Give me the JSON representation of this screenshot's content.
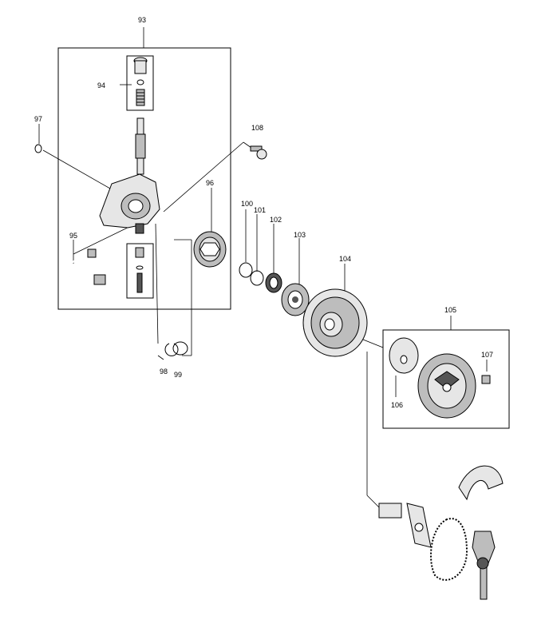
{
  "diagram": {
    "type": "exploded-parts-view",
    "callouts": {
      "p93": "93",
      "p94": "94",
      "p95": "95",
      "p96": "96",
      "p97": "97",
      "p98": "98",
      "p99": "99",
      "p100": "100",
      "p101": "101",
      "p102": "102",
      "p103": "103",
      "p104": "104",
      "p105": "105",
      "p106": "106",
      "p107": "107",
      "p108": "108"
    },
    "colors": {
      "line": "#000000",
      "fill_light": "#e6e6e6",
      "fill_mid": "#bdbdbd",
      "fill_dark": "#555555"
    }
  }
}
